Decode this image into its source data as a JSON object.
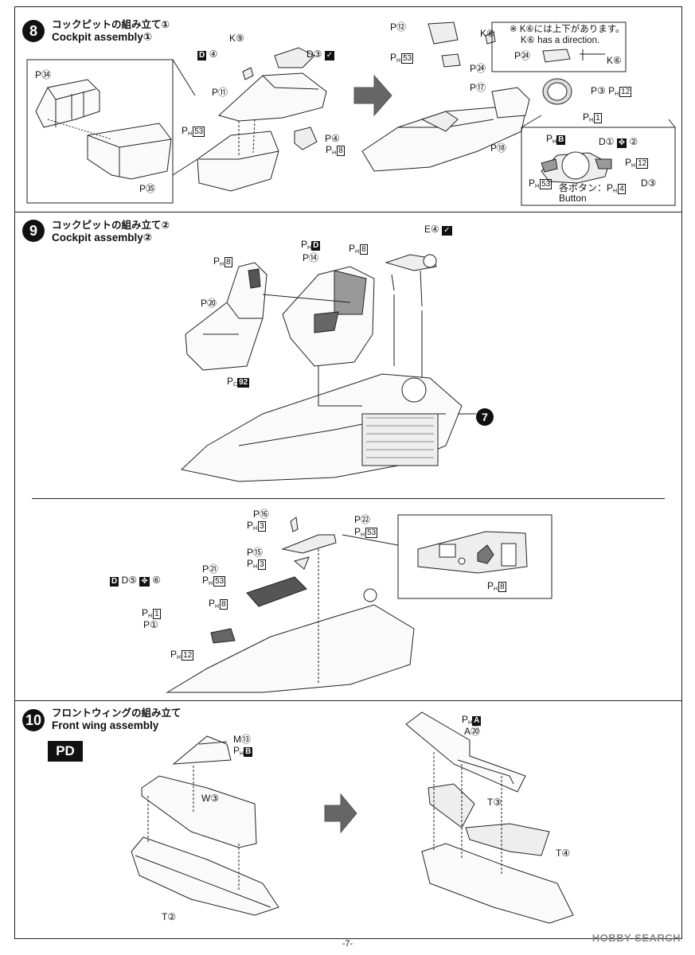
{
  "page_number": "-7-",
  "watermark": "HOBBY SEARCH",
  "steps": [
    {
      "number": "8",
      "title_jp": "コックピットの組み立て①",
      "title_en": "Cockpit assembly①",
      "labels": {
        "p34": "P㉞",
        "p35": "P㉟",
        "k9": "K⑨",
        "d4": "④",
        "d3": "D③",
        "p11": "P⑪",
        "ph53": "53",
        "p4": "P④",
        "ph8": "8",
        "p12": "P⑫",
        "k6": "K⑥",
        "ph53b": "53",
        "p24": "P㉔",
        "p17": "P⑰",
        "p3": "P③",
        "ph12": "12",
        "ph1": "1",
        "p18": "P⑱",
        "phB": "B",
        "d1": "D①",
        "num2": "②",
        "ph12b": "12",
        "ph53c": "53",
        "d3b": "D③",
        "button_jp": "各ボタン：",
        "ph4": "4",
        "button_en": "Button",
        "p24b": "P㉔",
        "k6b": "K⑥"
      },
      "note_jp": "※ K⑥には上下があります。",
      "note_en": "K⑥ has a direction."
    },
    {
      "number": "9",
      "title_jp": "コックピットの組み立て②",
      "title_en": "Cockpit assembly②",
      "labels": {
        "e4": "E④",
        "phD": "D",
        "p14": "P⑭",
        "ph8": "8",
        "ph8b": "8",
        "p20": "P⑳",
        "pc92": "92",
        "seven": "7",
        "p16": "P⑯",
        "ph3": "3",
        "p22": "P㉒",
        "ph53": "53",
        "p15": "P⑮",
        "ph3b": "3",
        "p21": "P㉑",
        "ph53b": "53",
        "d5": "D⑤",
        "num6": "⑥",
        "ph8c": "8",
        "ph1": "1",
        "p1": "P①",
        "ph12": "12",
        "ph8d": "8"
      }
    },
    {
      "number": "10",
      "title_jp": "フロントウィングの組み立て",
      "title_en": "Front wing assembly",
      "pd_icon": "PD",
      "labels": {
        "m13": "M⑬",
        "phB": "B",
        "w3": "W③",
        "t2": "T②",
        "phA": "A",
        "a20": "A⑳",
        "t3": "T③",
        "t4": "T④"
      }
    }
  ]
}
